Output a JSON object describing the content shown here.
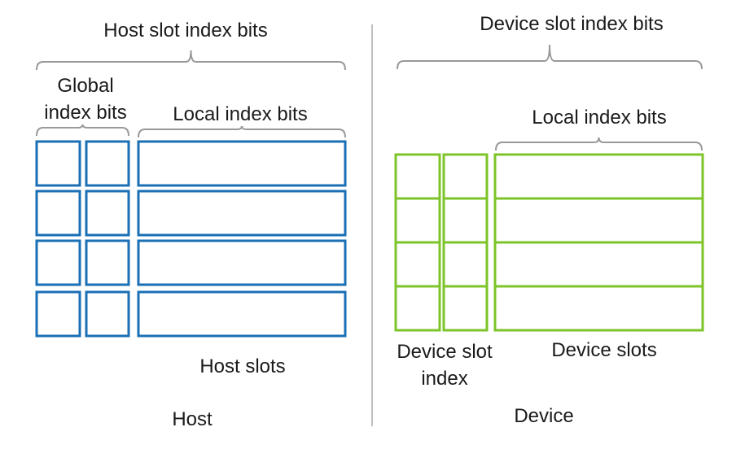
{
  "host": {
    "section_label": "Host",
    "slot_index_bits_label": "Host slot index bits",
    "global_index_bits_label_line1": "Global",
    "global_index_bits_label_line2": "index bits",
    "local_index_bits_label": "Local index bits",
    "slots_label": "Host slots",
    "rows": 4,
    "global_columns": 2,
    "color": "#1a6fb5"
  },
  "device": {
    "section_label": "Device",
    "slot_index_bits_label": "Device slot index bits",
    "local_index_bits_label": "Local index bits",
    "slot_index_label_line1": "Device slot",
    "slot_index_label_line2": "index",
    "slots_label": "Device slots",
    "rows": 4,
    "index_columns": 2,
    "color": "#7dc42a"
  },
  "colors": {
    "bracket": "#999999",
    "divider": "#aaaaaa",
    "text": "#1a1a1a"
  }
}
